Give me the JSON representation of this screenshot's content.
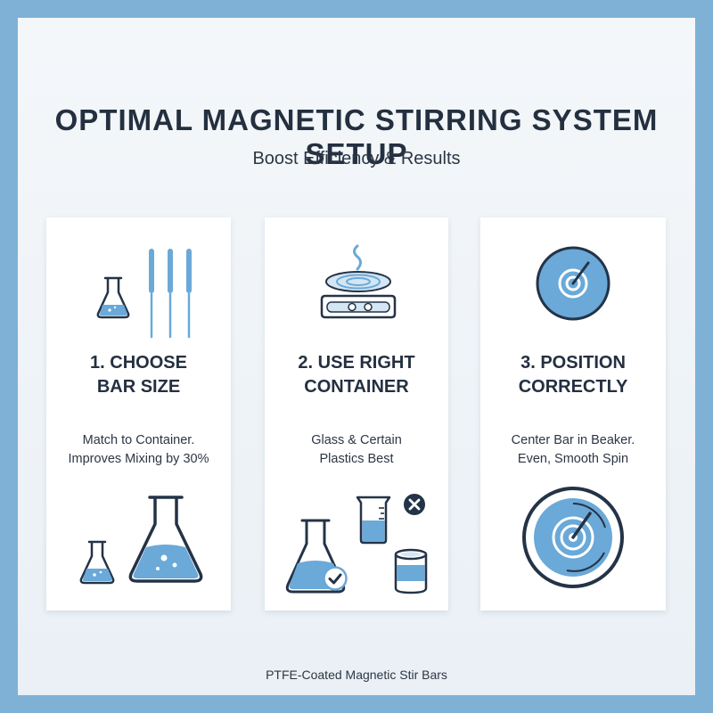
{
  "title": "OPTIMAL MAGNETIC STIRRING SYSTEM SETUP",
  "subtitle": "Boost Efficiency & Results",
  "cards": [
    {
      "title_lines": [
        "1. CHOOSE",
        "BAR SIZE"
      ],
      "desc_lines": [
        "Match to Container.",
        "Improves Mixing by 30%"
      ]
    },
    {
      "title_lines": [
        "2. USE RIGHT",
        "CONTAINER"
      ],
      "desc_lines": [
        "Glass & Certain",
        "Plastics Best"
      ]
    },
    {
      "title_lines": [
        "3. POSITION",
        "CORRECTLY"
      ],
      "desc_lines": [
        "Center Bar in Beaker.",
        "Even, Smooth Spin"
      ]
    }
  ],
  "footer": "PTFE-Coated Magnetic Stir Bars",
  "colors": {
    "accent_blue": "#6aa9d8",
    "outline": "#243347",
    "frame": "#7fb1d6"
  },
  "icons": [
    "flask-icon",
    "stir-bars-icon",
    "hotplate-stirrer-icon",
    "beaker-icon",
    "cross-mark-icon",
    "can-icon",
    "check-mark-icon",
    "target-icon"
  ]
}
